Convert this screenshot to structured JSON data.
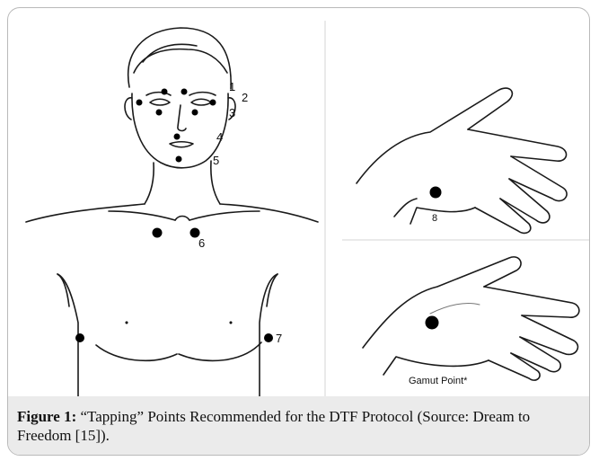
{
  "figure": {
    "point_labels": [
      "1",
      "2",
      "3",
      "4",
      "5",
      "6",
      "7",
      "8"
    ],
    "gamut_label": "Gamut Point*"
  },
  "caption": {
    "label": "Figure 1:",
    "text": "“Tapping” Points Recommended for the DTF Protocol (Source: Dream to Freedom [15])."
  }
}
